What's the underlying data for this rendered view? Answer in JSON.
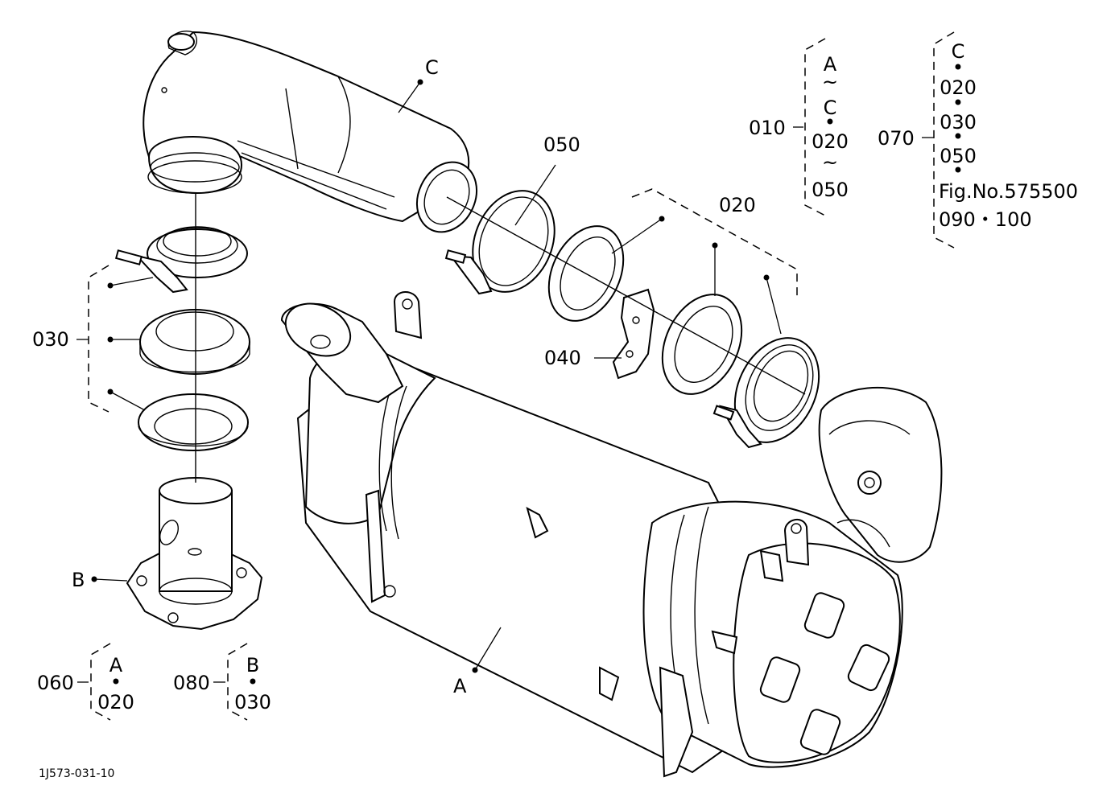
{
  "callouts": {
    "C": "C",
    "A": "A",
    "B": "B",
    "p050": "050",
    "p020": "020",
    "p030": "030",
    "p040": "040"
  },
  "group_010": {
    "number": "010",
    "lines": [
      "A",
      "~",
      "C",
      "•",
      "020",
      "~",
      "050"
    ]
  },
  "group_070": {
    "number": "070",
    "lines": [
      "C",
      "•",
      "020",
      "•",
      "030",
      "•",
      "050",
      "•",
      "Fig.No.575500",
      "090・100"
    ]
  },
  "group_060": {
    "number": "060",
    "lines": [
      "A",
      "•",
      "020"
    ]
  },
  "group_080": {
    "number": "080",
    "lines": [
      "B",
      "•",
      "030"
    ]
  },
  "drawing_code": "1J573-031-10"
}
